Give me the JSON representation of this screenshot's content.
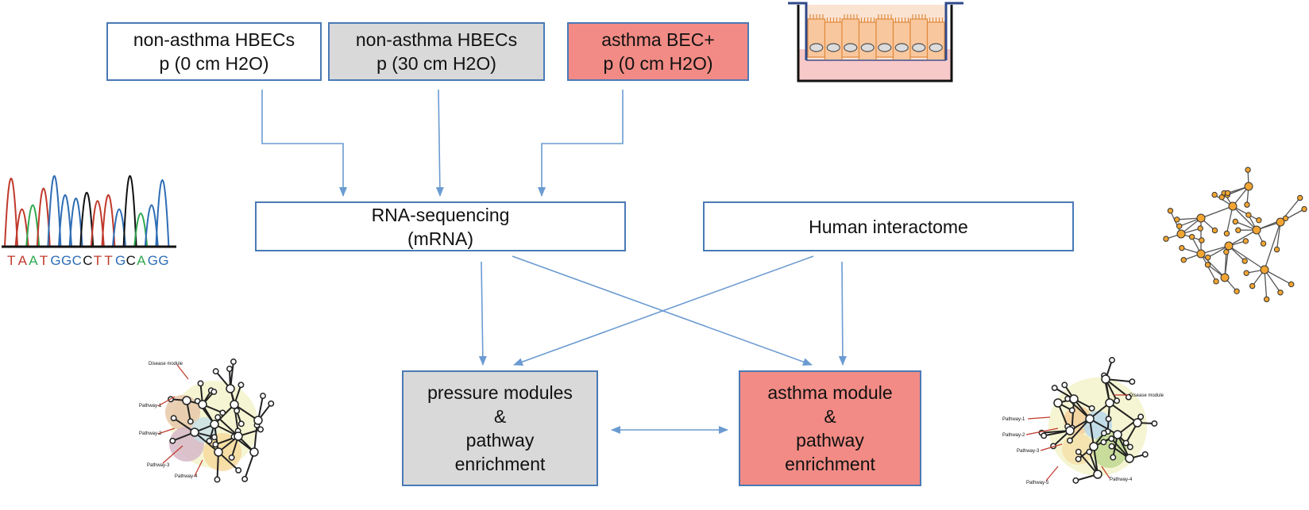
{
  "colors": {
    "box_border": "#4a79b5",
    "arrow": "#6b9bd1",
    "gray_fill": "#d9d9d9",
    "pink_fill": "#f28b85",
    "node_orange": "#f2a531",
    "dna_red": "#c0392b",
    "dna_green": "#2fa84f",
    "dna_blue": "#2e6db5",
    "dna_black": "#111111"
  },
  "inputs": [
    {
      "line1": "non-asthma HBECs",
      "line2": "p (0 cm H2O)"
    },
    {
      "line1": "non-asthma HBECs",
      "line2": "p (30 cm H2O)"
    },
    {
      "line1": "asthma BEC+",
      "line2": "p (0 cm H2O)"
    }
  ],
  "process": {
    "rnaseq": {
      "line1": "RNA-sequencing",
      "line2": "(mRNA)"
    },
    "interactome": {
      "label": "Human interactome"
    }
  },
  "outputs": {
    "pressure": {
      "line1": "pressure modules",
      "line2": "&",
      "line3": "pathway",
      "line4": "enrichment"
    },
    "asthma": {
      "line1": "asthma module",
      "line2": "&",
      "line3": "pathway",
      "line4": "enrichment"
    }
  },
  "dna_sequence": {
    "letters": [
      "T",
      "A",
      "A",
      "T",
      "G",
      "G",
      "C",
      "C",
      "T",
      "T",
      "G",
      "C",
      "A",
      "G",
      "G"
    ],
    "letter_colors": [
      "red",
      "red",
      "green",
      "red",
      "blue",
      "blue",
      "blue",
      "black",
      "red",
      "red",
      "blue",
      "black",
      "green",
      "blue",
      "blue"
    ]
  },
  "network_left_labels": [
    "Disease module",
    "Pathway-1",
    "Pathway-2",
    "Pathway-3",
    "Pathway-4"
  ],
  "network_right_labels": [
    "Disease module",
    "Pathway-1",
    "Pathway-2",
    "Pathway-3",
    "Pathway-4",
    "Pathway-5"
  ]
}
